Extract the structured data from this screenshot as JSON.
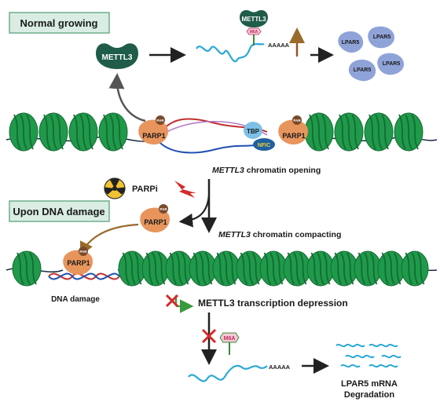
{
  "headers": {
    "normal": "Normal growing",
    "damage": "Upon DNA damage"
  },
  "labels": {
    "mettl3_protein": "METTL3",
    "mettl3_small": "METTL3",
    "m6a": "M6A",
    "polyA_top": "AAAAA",
    "polyA_bottom": "AAAAA",
    "lpar5": "LPAR5",
    "par": "PAR",
    "parp1": "PARP1",
    "tbp": "TBP",
    "nfic": "NFIC",
    "parpi": "PARPi",
    "opening_italic": "METTL3",
    "opening_rest": " chromatin opening",
    "compacting_italic": "METTL3",
    "compacting_rest": " chromatin compacting",
    "dna_damage": "DNA damage",
    "transcription_depression": "METTL3 transcription depression",
    "degradation_line1": "LPAR5  mRNA",
    "degradation_line2": "Degradation"
  },
  "colors": {
    "nucleosome": "#1f9a4a",
    "nucleosome_dark": "#146b33",
    "mettl3": "#1f5c4a",
    "parp1": "#e8955d",
    "par": "#7a4a2c",
    "lpar5": "#8fa3d9",
    "mrna": "#2ba8d8",
    "header_bg": "#d9ede3",
    "header_border": "#6fae8c",
    "red": "#d42a2a",
    "up_arrow": "#8b5a2b",
    "tbp": "#7cc0e6",
    "nfic": "#f0d23a"
  }
}
